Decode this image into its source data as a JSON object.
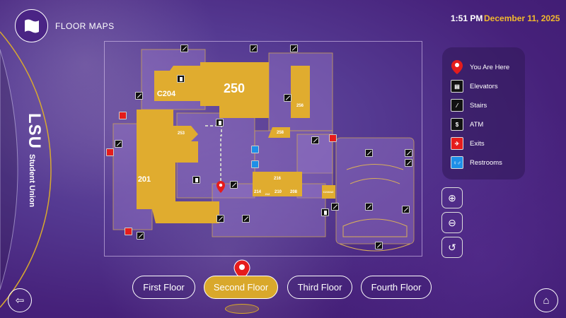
{
  "header": {
    "title": "FLOOR MAPS",
    "time": "1:51 PM",
    "date": "December 11, 2025"
  },
  "branding": {
    "logo": "LSU",
    "subtitle": "Student Union"
  },
  "legend": [
    {
      "label": "You Are Here",
      "icon": "location-pin-icon"
    },
    {
      "label": "Elevators",
      "icon": "elevator-icon"
    },
    {
      "label": "Stairs",
      "icon": "stairs-icon"
    },
    {
      "label": "ATM",
      "icon": "atm-icon",
      "glyph": "$"
    },
    {
      "label": "Exits",
      "icon": "exit-icon"
    },
    {
      "label": "Restrooms",
      "icon": "restroom-icon"
    }
  ],
  "rooms": {
    "r250": "250",
    "c204": "C204",
    "r256": "256",
    "r253": "253",
    "r258": "258",
    "r201": "201",
    "r216": "216",
    "r214": "214",
    "r210": "210",
    "r208": "208",
    "c210a2": "C210A2",
    "r212": "212"
  },
  "floors": [
    {
      "label": "First Floor"
    },
    {
      "label": "Second Floor",
      "active": true
    },
    {
      "label": "Third Floor"
    },
    {
      "label": "Fourth Floor"
    }
  ],
  "colors": {
    "accent": "#d9a82b",
    "room": "#e0ac2f",
    "pin": "#e51c1c"
  }
}
